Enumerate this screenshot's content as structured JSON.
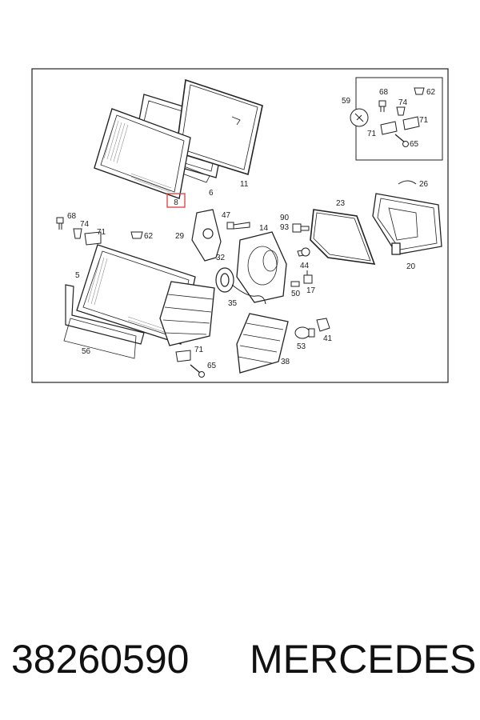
{
  "diagram": {
    "part_labels": [
      {
        "id": "p59",
        "text": "59"
      },
      {
        "id": "p68a",
        "text": "68"
      },
      {
        "id": "p62a",
        "text": "62"
      },
      {
        "id": "p74a",
        "text": "74"
      },
      {
        "id": "p71a",
        "text": "71"
      },
      {
        "id": "p71b",
        "text": "71"
      },
      {
        "id": "p65a",
        "text": "65"
      },
      {
        "id": "p6",
        "text": "6"
      },
      {
        "id": "p11",
        "text": "11"
      },
      {
        "id": "p26",
        "text": "26"
      },
      {
        "id": "p23",
        "text": "23"
      },
      {
        "id": "p20",
        "text": "20"
      },
      {
        "id": "p68b",
        "text": "68"
      },
      {
        "id": "p74b",
        "text": "74"
      },
      {
        "id": "p71c",
        "text": "71"
      },
      {
        "id": "p62b",
        "text": "62"
      },
      {
        "id": "p29",
        "text": "29"
      },
      {
        "id": "p47",
        "text": "47"
      },
      {
        "id": "p14",
        "text": "14"
      },
      {
        "id": "p90",
        "text": "90"
      },
      {
        "id": "p93",
        "text": "93"
      },
      {
        "id": "p32",
        "text": "32"
      },
      {
        "id": "p44",
        "text": "44"
      },
      {
        "id": "p5",
        "text": "5"
      },
      {
        "id": "p35",
        "text": "35"
      },
      {
        "id": "p50",
        "text": "50"
      },
      {
        "id": "p17",
        "text": "17"
      },
      {
        "id": "p53",
        "text": "53"
      },
      {
        "id": "p41",
        "text": "41"
      },
      {
        "id": "p56",
        "text": "56"
      },
      {
        "id": "p71d",
        "text": "71"
      },
      {
        "id": "p65b",
        "text": "65"
      },
      {
        "id": "p38",
        "text": "38"
      }
    ],
    "highlighted_label": "8",
    "highlight_color": "#e0474c"
  },
  "caption": {
    "part_number": "38260590",
    "brand": "MERCEDES"
  }
}
